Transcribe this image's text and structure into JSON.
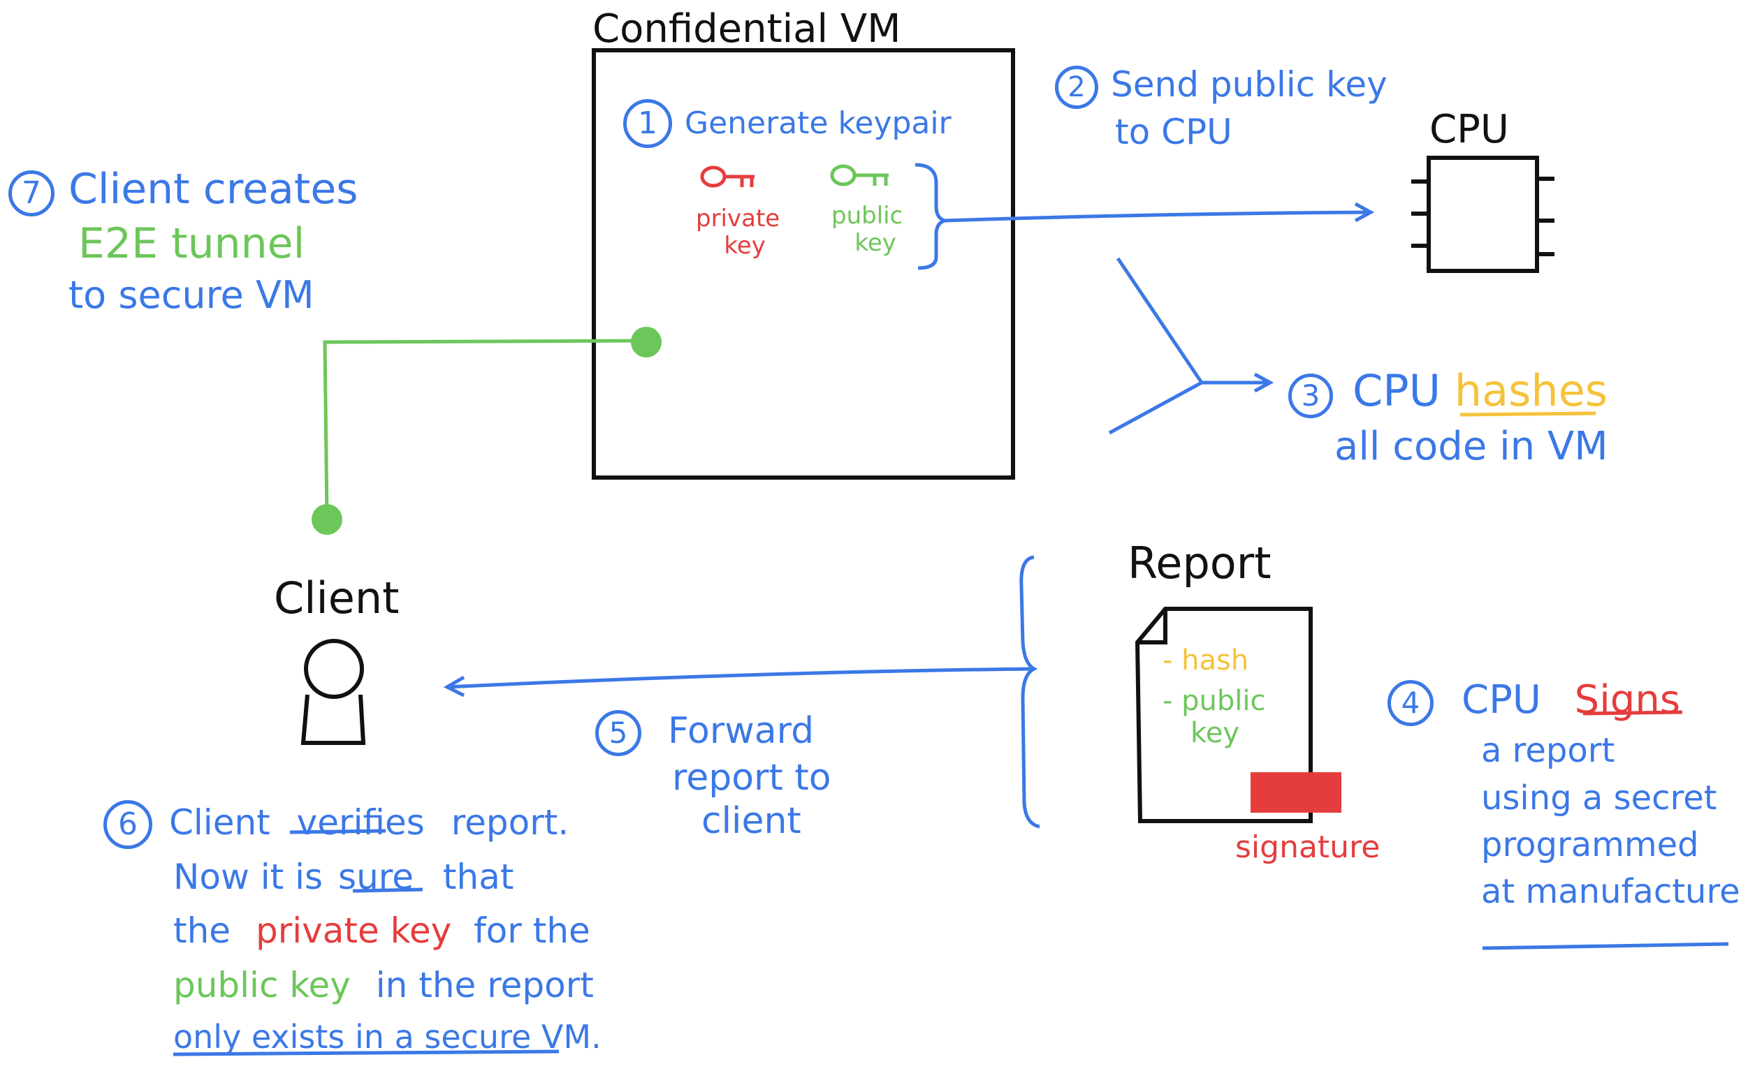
{
  "vm": {
    "title": "Confidential VM"
  },
  "step1": {
    "num": "1",
    "text": "Generate keypair",
    "private_key": [
      "private",
      "key"
    ],
    "public_key": [
      "public",
      "key"
    ]
  },
  "step2": {
    "num": "2",
    "line1": "Send public key",
    "line2": "to CPU"
  },
  "cpu": {
    "title": "CPU"
  },
  "step3": {
    "num": "3",
    "cpu": "CPU",
    "hashes": "hashes",
    "line2": "all code in VM"
  },
  "step4": {
    "num": "4",
    "cpu": "CPU",
    "signs": "Signs",
    "line2": "a report",
    "line3": "using a secret",
    "line4": "programmed",
    "line5": "at manufacture."
  },
  "report": {
    "title": "Report",
    "hash": "- hash",
    "public": "- public",
    "key": "key",
    "signature": "signature"
  },
  "step5": {
    "num": "5",
    "line1": "Forward",
    "line2": "report to",
    "line3": "client"
  },
  "client": {
    "title": "Client"
  },
  "step6": {
    "num": "6",
    "l1a": "Client",
    "l1b": "verifies",
    "l1c": "report.",
    "l2a": "Now it is",
    "l2b": "sure",
    "l2c": "that",
    "l3a": "the",
    "l3b": "private key",
    "l3c": "for the",
    "l4a": "public key",
    "l4b": "in the report",
    "l5": "only exists in a secure VM."
  },
  "step7": {
    "num": "7",
    "line1": "Client creates",
    "line2": "E2E tunnel",
    "line3": "to secure VM"
  },
  "colors": {
    "blue": "#3b78e7",
    "green": "#6cc65a",
    "red": "#e53d3d",
    "yellow": "#f5c23a",
    "black": "#111111"
  }
}
